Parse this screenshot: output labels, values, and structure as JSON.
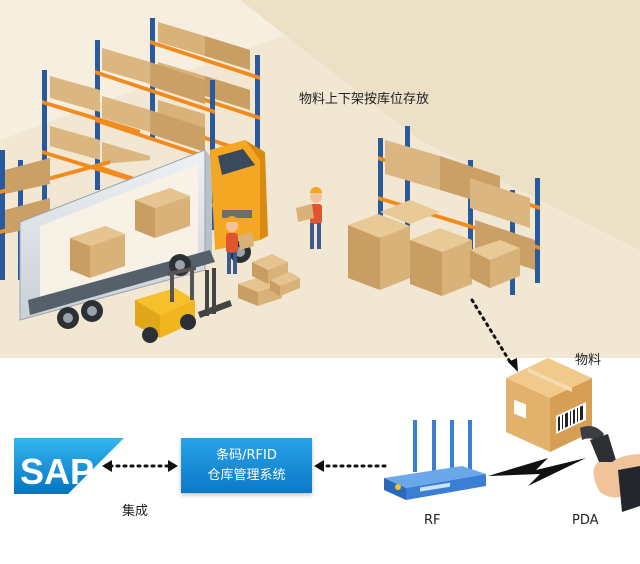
{
  "labels": {
    "shelving_caption": "物料上下架按库位存放",
    "material": "物料",
    "integration": "集成",
    "rf": "RF",
    "pda": "PDA"
  },
  "system_box": {
    "line1": "条码/RFID",
    "line2": "仓库管理系统"
  },
  "logo": {
    "text": "SAP"
  },
  "colors": {
    "floor": "#f3ead7",
    "rack_frame": "#2a5a9e",
    "rack_beam": "#f28b1e",
    "box": "#d9b27a",
    "truck_cab": "#f5a623",
    "forklift": "#f5c02a",
    "system_box": "#1a8ad8",
    "sap_blue": "#0a8fd8",
    "router": "#3b7fd4"
  },
  "icons": [
    "sap-logo",
    "router-icon",
    "barcode-scanner-icon",
    "box-icon",
    "truck-icon",
    "forklift-icon",
    "worker-icon"
  ]
}
